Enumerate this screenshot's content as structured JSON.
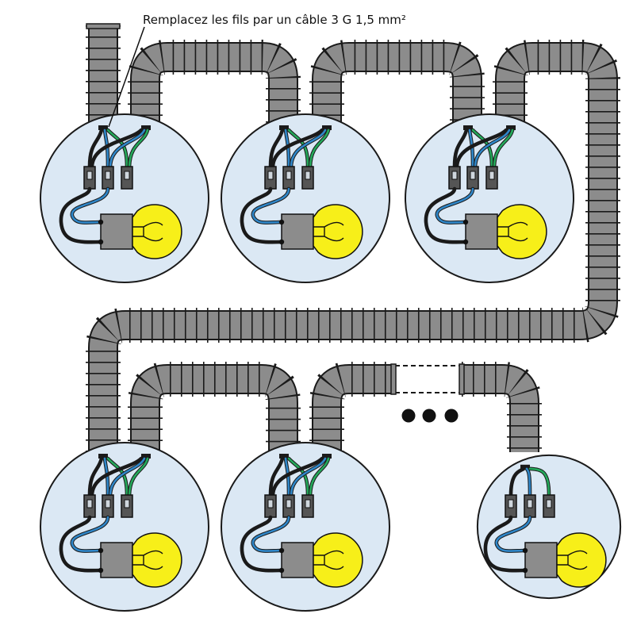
{
  "annotation": "Remplacez les fils par un câble 3 G 1,5 mm²",
  "colors": {
    "background": "#ffffff",
    "box_fill": "#dbe8f4",
    "box_stroke": "#1a1a1a",
    "conduit": "#8c8c8c",
    "conduit_stroke": "#1a1a1a",
    "wire_phase": "#1a1a1a",
    "wire_neutral": "#2f86c8",
    "wire_earth": "#24a85a",
    "terminal": "#555555",
    "socket": "#8c8c8c",
    "bulb": "#f7ef19"
  },
  "boxes": [
    {
      "name": "junction-box-1",
      "has_outgoing_conduit": true
    },
    {
      "name": "junction-box-2",
      "has_outgoing_conduit": true
    },
    {
      "name": "junction-box-3",
      "has_outgoing_conduit": true
    },
    {
      "name": "junction-box-4",
      "has_outgoing_conduit": true
    },
    {
      "name": "junction-box-5",
      "has_outgoing_conduit": true
    },
    {
      "name": "junction-box-last",
      "has_outgoing_conduit": false
    }
  ],
  "continuation": "three-dots-and-dashed-gap"
}
